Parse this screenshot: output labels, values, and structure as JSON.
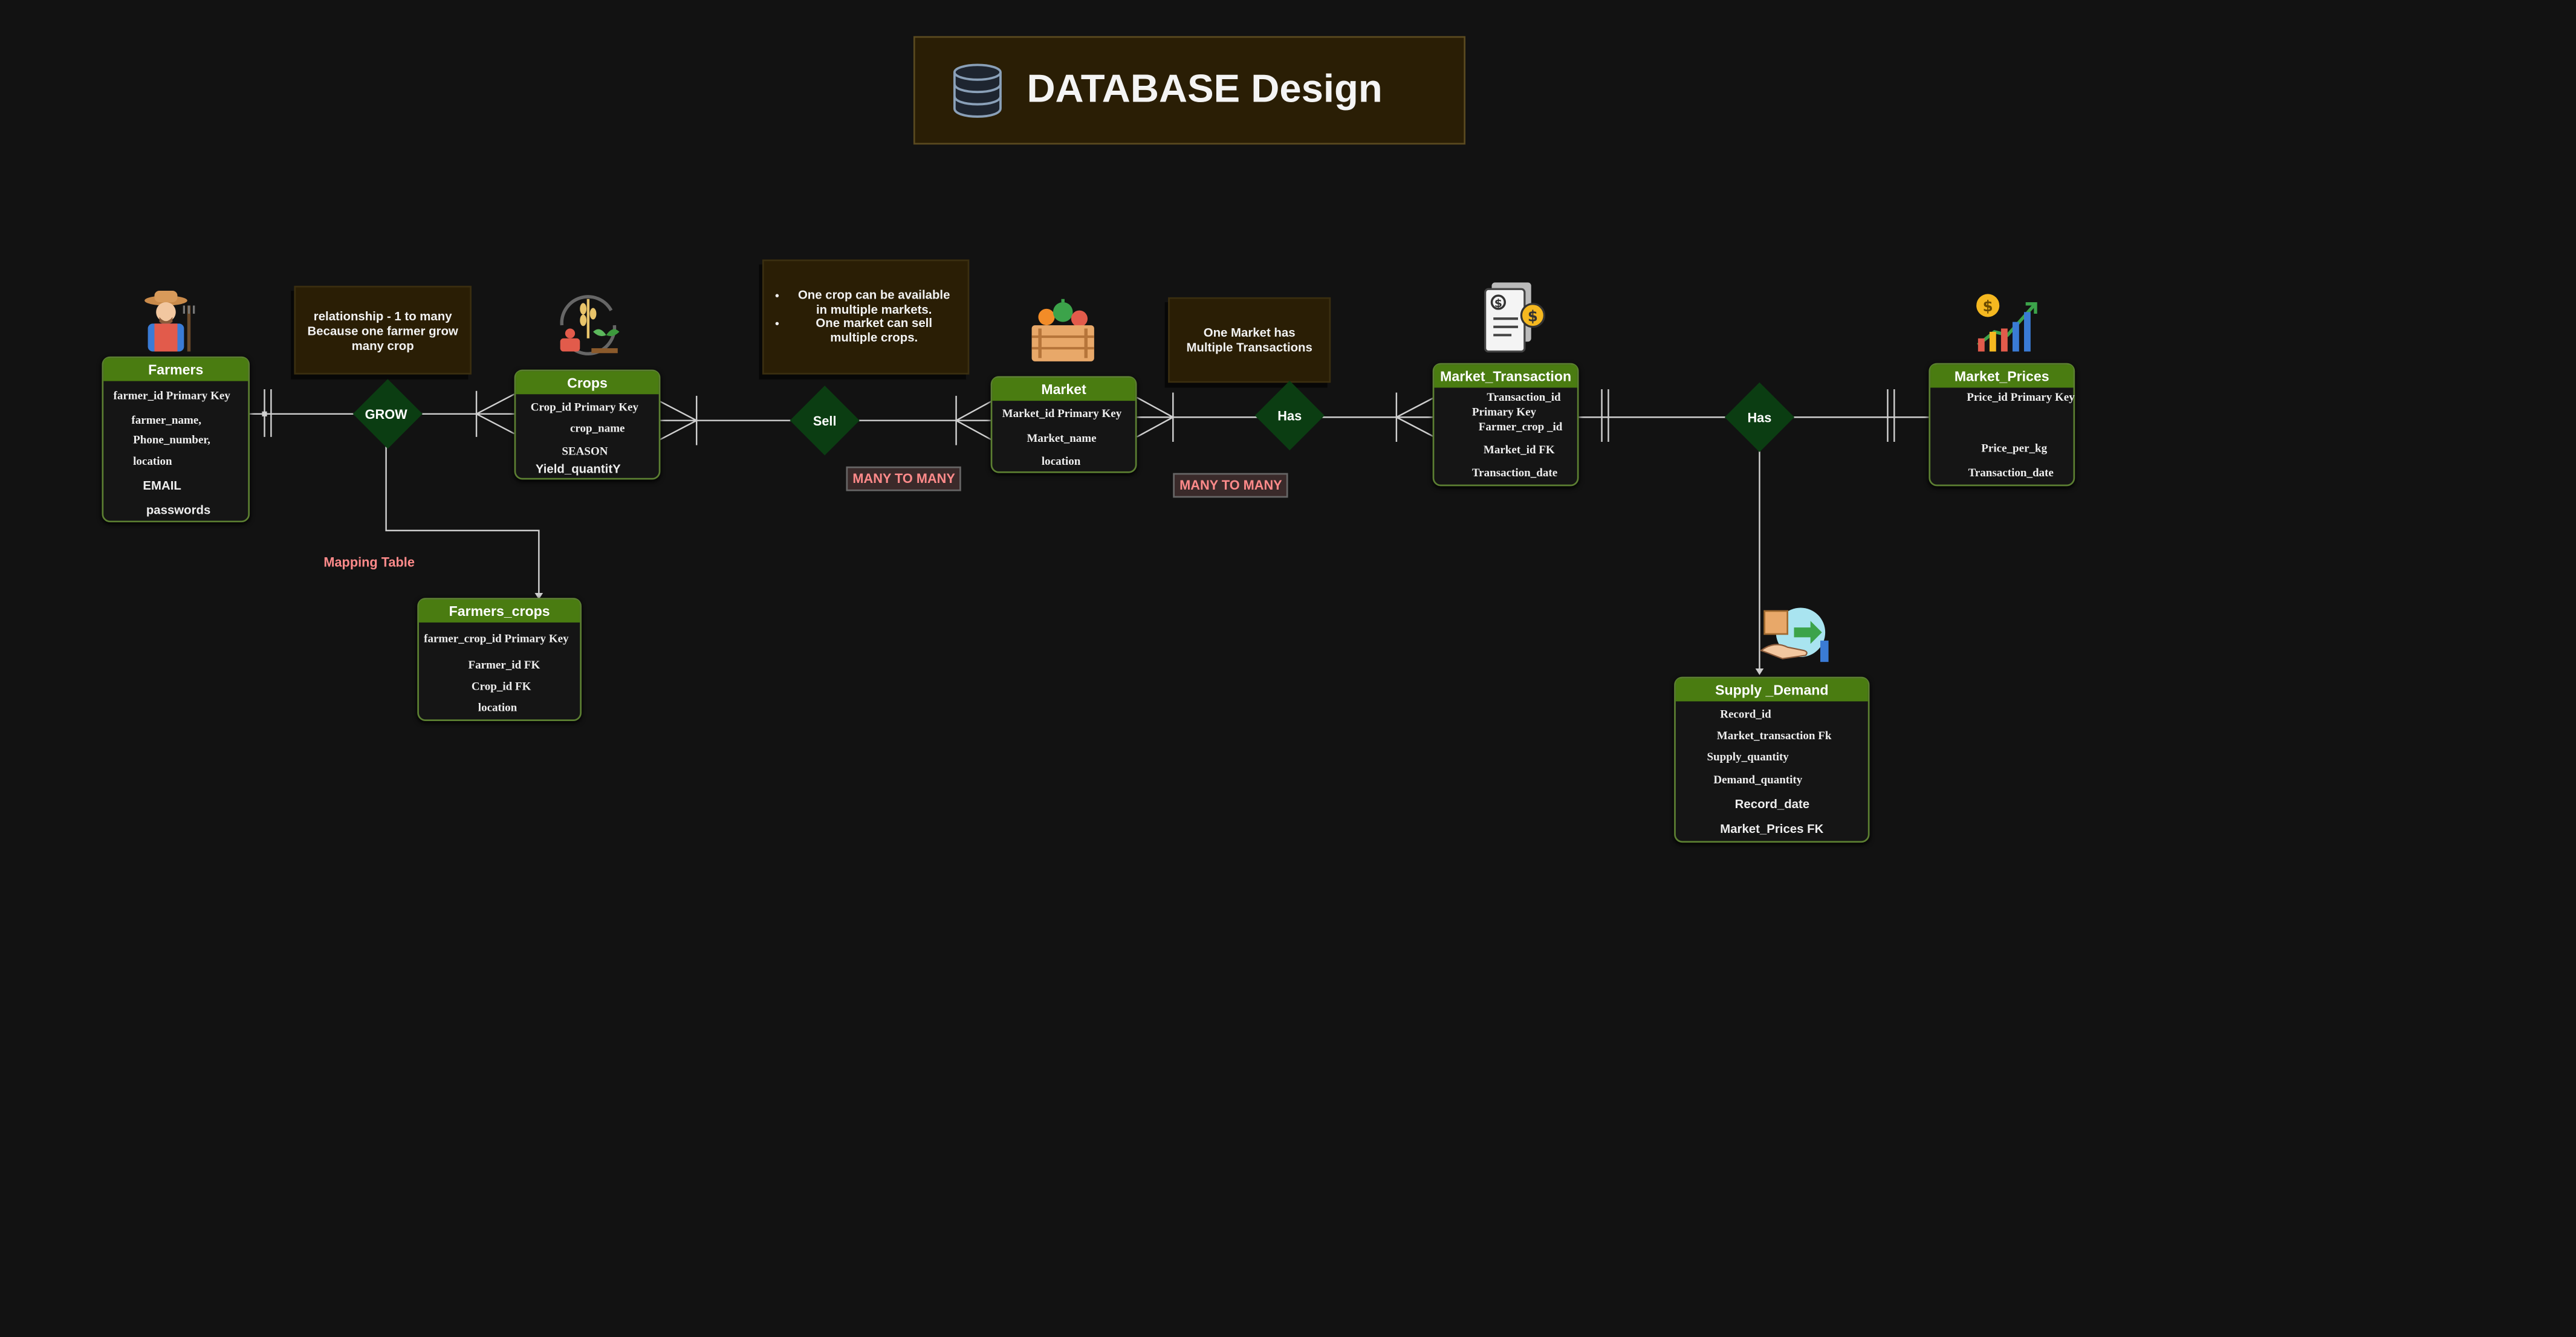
{
  "title": "DATABASE Design",
  "entities": {
    "farmers": {
      "title": "Farmers",
      "fields": [
        "farmer_id Primary Key",
        "farmer_name,",
        "Phone_number,",
        "location",
        "EMAIL",
        "passwords"
      ]
    },
    "crops": {
      "title": "Crops",
      "fields": [
        "Crop_id Primary Key",
        "crop_name",
        "SEASON",
        "Yield_quantitY"
      ]
    },
    "market": {
      "title": "Market",
      "fields": [
        "Market_id Primary Key",
        "Market_name",
        "location"
      ]
    },
    "market_transaction": {
      "title": "Market_Transaction",
      "fields": [
        "Transaction_id Primary Key",
        "Farmer_crop _id",
        "Market_id  FK",
        "Transaction_date"
      ]
    },
    "market_prices": {
      "title": "Market_Prices",
      "fields": [
        "Price_id  Primary Key",
        "Price_per_kg",
        "Transaction_date"
      ]
    },
    "farmers_crops": {
      "title": "Farmers_crops",
      "fields": [
        "farmer_crop_id Primary Key",
        "Farmer_id FK",
        "Crop_id FK",
        "location"
      ]
    },
    "supply_demand": {
      "title": "Supply _Demand",
      "fields": [
        "Record_id",
        "Market_transaction Fk",
        "Supply_quantity",
        "Demand_quantity",
        "Record_date",
        "Market_Prices FK"
      ]
    }
  },
  "relationships": {
    "grow": "GROW",
    "sell": "Sell",
    "has1": "Has",
    "has2": "Has"
  },
  "notes": {
    "grow_note": "relationship - 1 to many Because one farmer grow many crop",
    "sell_note_items": [
      "One crop can be available in multiple markets.",
      "One market can sell multiple crops."
    ],
    "has_note": "One Market has Multiple Transactions"
  },
  "labels": {
    "many_to_many_1": "MANY TO MANY",
    "many_to_many_2": "MANY TO MANY",
    "mapping_table": "Mapping Table"
  },
  "icons": {
    "title": "database-icon",
    "farmers": "farmer-icon",
    "crops": "crop-plant-icon",
    "market": "market-crate-icon",
    "market_transaction": "invoice-dollar-icon",
    "market_prices": "price-growth-chart-icon",
    "supply_demand": "supply-hand-box-icon"
  },
  "colors": {
    "background": "#121212",
    "entity_header": "#4a7c11",
    "diamond": "#0b3d12",
    "note": "#2a1e05",
    "badge_text": "#ff8a8a"
  }
}
